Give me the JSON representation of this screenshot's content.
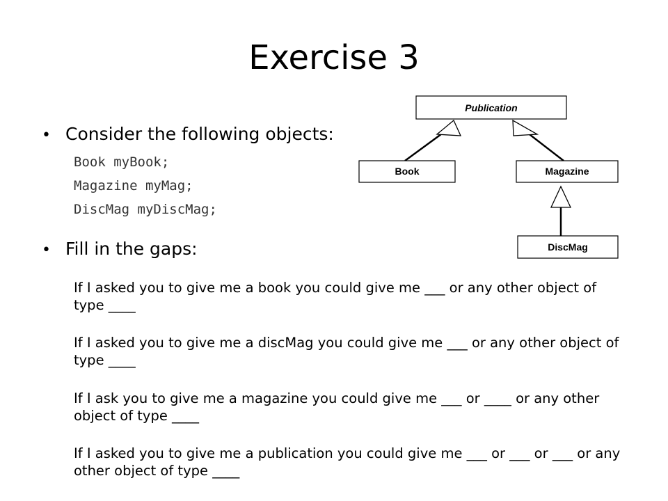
{
  "title": "Exercise 3",
  "bullets": {
    "consider": "Consider the following objects:",
    "fill": "Fill in the gaps:"
  },
  "code_lines": [
    "Book myBook;",
    "Magazine myMag;",
    "DiscMag myDiscMag;"
  ],
  "paragraphs": [
    "If I asked you to give me a book you could give me ___ or any other object of type ____",
    "If I asked you to give me a discMag you could give me ___ or any other object of type ____",
    "If I ask you to give me a magazine you could give me ___ or ____ or any other object of type ____",
    "If I asked you to give me a publication you could give me ___ or ___ or ___ or any other object of type ____"
  ],
  "diagram": {
    "publication": "Publication",
    "book": "Book",
    "magazine": "Magazine",
    "discmag": "DiscMag"
  }
}
